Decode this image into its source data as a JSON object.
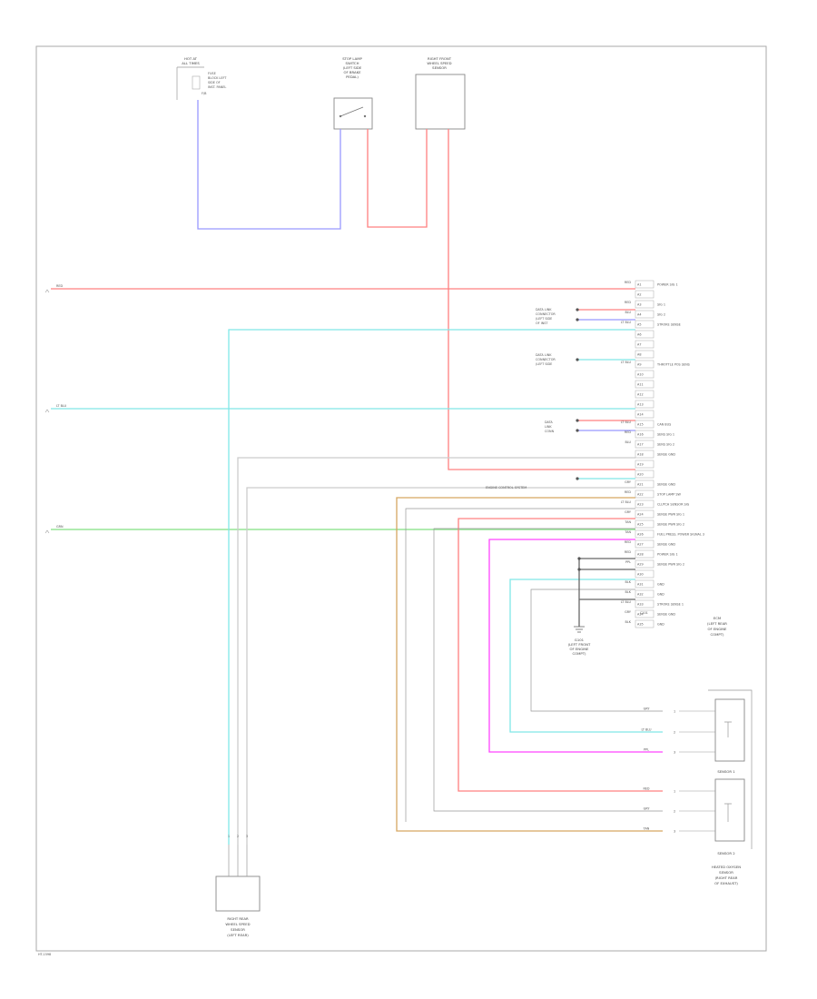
{
  "footer_code": "HT-1598",
  "colors": {
    "red": "#ff8080",
    "blue": "#9999ff",
    "cyan": "#80e8e8",
    "green": "#80e080",
    "tan": "#d6a660",
    "magenta": "#ff44ff",
    "gray": "#cccccc",
    "frame": "#aaaaaa"
  },
  "components": {
    "fuse": {
      "line1": "HOT AT",
      "line2": "ALL TIMES",
      "lines": [
        "FUSE",
        "BLOCK LEFT",
        "SIDE OF",
        "INST. PANEL"
      ],
      "fuse_label": "F/B"
    },
    "brake_switch": {
      "lines": [
        "STOP LAMP",
        "SWITCH",
        "(LEFT SIDE",
        "OF BRAKE",
        "PEDAL)"
      ]
    },
    "wss_top": {
      "lines": [
        "RIGHT FRONT",
        "WHEEL SPEED",
        "SENSOR"
      ]
    },
    "ecm_label": {
      "lines": [
        "ECM",
        "(LEFT REAR",
        "OF ENGINE",
        "COMPT)"
      ]
    },
    "ground": {
      "lines": [
        "G101",
        "(LEFT FRONT",
        "OF ENGINE",
        "COMPT)"
      ]
    },
    "sensor_right": {
      "lines": [
        "HEATED OXYGEN",
        "SENSOR",
        "(RIGHT REAR",
        "OF EXHAUST)"
      ]
    },
    "sensor_bottom": {
      "lines": [
        "RIGHT REAR",
        "WHEEL SPEED",
        "SENSOR",
        "(LEFT REAR)"
      ]
    },
    "sensor_inner_top": "SENSOR 1",
    "sensor_inner_bottom": "SENSOR 2",
    "callout": "ENGINE CONTROL SYSTEM"
  },
  "left_wires": [
    {
      "label": "RED"
    },
    {
      "label": "LT BLU"
    },
    {
      "label": "GRN"
    }
  ],
  "left_branch_labels": {
    "g1": [
      "DATA LINK",
      "CONNECTOR",
      "(LEFT SIDE",
      "OF INST"
    ],
    "g2": [
      "DATA LINK",
      "CONNECTOR",
      "(LEFT SIDE"
    ],
    "g3": [
      "DATA",
      "LINK",
      "CONN"
    ]
  },
  "pins": [
    {
      "n": "A1",
      "wire": "RED",
      "name": "POWER SIG 1"
    },
    {
      "n": "A2",
      "wire": "",
      "name": ""
    },
    {
      "n": "A3",
      "wire": "RED",
      "name": "SIG 1"
    },
    {
      "n": "A4",
      "wire": "BLU",
      "name": "SIG 2"
    },
    {
      "n": "A5",
      "wire": "LT BLU",
      "name": "STROKE SENSE"
    },
    {
      "n": "A6",
      "wire": "",
      "name": ""
    },
    {
      "n": "A7",
      "wire": "",
      "name": ""
    },
    {
      "n": "A8",
      "wire": "",
      "name": ""
    },
    {
      "n": "A9",
      "wire": "LT BLU",
      "name": "THROTTLE POS SENS"
    },
    {
      "n": "A10",
      "wire": "",
      "name": ""
    },
    {
      "n": "A11",
      "wire": "",
      "name": ""
    },
    {
      "n": "A12",
      "wire": "",
      "name": ""
    },
    {
      "n": "A13",
      "wire": "",
      "name": ""
    },
    {
      "n": "A14",
      "wire": "",
      "name": ""
    },
    {
      "n": "A15",
      "wire": "LT BLU",
      "name": "CAN BUS"
    },
    {
      "n": "A16",
      "wire": "RED",
      "name": "SENS SIG 1"
    },
    {
      "n": "A17",
      "wire": "BLU",
      "name": "SENS SIG 2"
    },
    {
      "n": "A18",
      "wire": "",
      "name": "SENSE GND"
    },
    {
      "n": "A19",
      "wire": "",
      "name": ""
    },
    {
      "n": "A20",
      "wire": "",
      "name": ""
    },
    {
      "n": "A21",
      "wire": "GRY",
      "name": "SENSE GND"
    },
    {
      "n": "A22",
      "wire": "RED",
      "name": "STOP LAMP SW"
    },
    {
      "n": "A23",
      "wire": "LT BLU",
      "name": "CLUTCH SENSOR SIG"
    },
    {
      "n": "A24",
      "wire": "GRY",
      "name": "SENSE PWR SIG 1"
    },
    {
      "n": "A25",
      "wire": "TAN",
      "name": "SENSE PWR SIG 2"
    },
    {
      "n": "A26",
      "wire": "TAN",
      "name": "FUEL PRESS. POWER SIGNAL 3"
    },
    {
      "n": "A27",
      "wire": "RED",
      "name": "SENSE GND"
    },
    {
      "n": "A28",
      "wire": "RED",
      "name": "POWER SIG 1"
    },
    {
      "n": "A29",
      "wire": "PPL",
      "name": "SENSE PWR SIG 2"
    },
    {
      "n": "A30",
      "wire": "",
      "name": ""
    },
    {
      "n": "A31",
      "wire": "BLK",
      "name": "GND"
    },
    {
      "n": "A32",
      "wire": "BLK",
      "name": "GND"
    },
    {
      "n": "A33",
      "wire": "LT BLU",
      "name": "STROKE SENSE 1"
    },
    {
      "n": "A34",
      "wire": "GRY",
      "name": "SENSE GND"
    },
    {
      "n": "A35",
      "wire": "BLK",
      "name": "GND"
    }
  ],
  "ecm_connector_tag": "C101",
  "right_sensor_pins": [
    {
      "wire": "GRY",
      "pin": "1"
    },
    {
      "wire": "LT BLU",
      "pin": "2"
    },
    {
      "wire": "PPL",
      "pin": "3"
    },
    {
      "wire": "RED",
      "pin": "1"
    },
    {
      "wire": "GRY",
      "pin": "2"
    },
    {
      "wire": "TAN",
      "pin": "3"
    }
  ],
  "bottom_sensor_pins": [
    "1",
    "2",
    "3"
  ]
}
